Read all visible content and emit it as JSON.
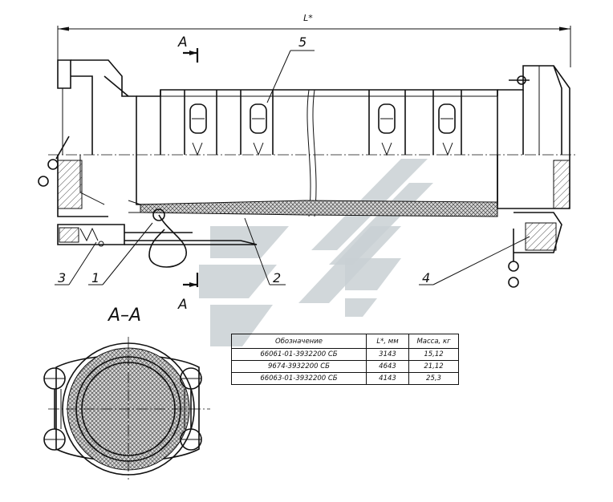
{
  "dimension_label": "L*",
  "section_marks": {
    "letter_top": "A",
    "letter_bottom": "A"
  },
  "section_title": "A–A",
  "callouts": [
    "1",
    "2",
    "3",
    "4",
    "5"
  ],
  "table": {
    "headers": [
      "Обозначение",
      "L*, мм",
      "Масса, кг"
    ],
    "rows": [
      [
        "66061-01-3932200 СБ",
        "3143",
        "15,12"
      ],
      [
        "9674-3932200 СБ",
        "4643",
        "21,12"
      ],
      [
        "66063-01-3932200 СБ",
        "4143",
        "25,3"
      ]
    ]
  }
}
